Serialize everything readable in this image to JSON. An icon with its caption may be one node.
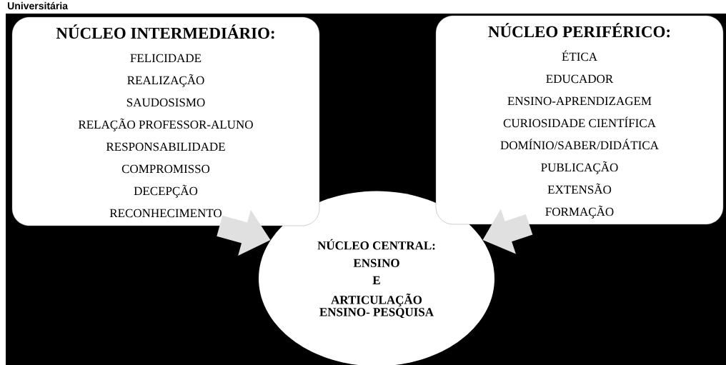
{
  "diagram": {
    "title": "Universitária",
    "nodes": [
      {
        "text": [
          "NÚCLEO INTERMEDIÁRIO:",
          "FELICIDADE",
          "REALIZAÇÃO",
          "SAUDOSISMO",
          "RELAÇÃO PROFESSOR-ALUNO",
          "RESPONSABILIDADE",
          "COMPROMISSO",
          "DECEPÇÃO",
          "RECONHECIMENTO"
        ]
      },
      {
        "text": [
          "NÚCLEO PERIFÉRICO:",
          "ÉTICA",
          "EDUCADOR",
          "ENSINO-APRENDIZAGEM",
          "CURIOSIDADE CIENTÍFICA",
          "DOMÍNIO/SABER/DIDÁTICA",
          "PUBLICAÇÃO",
          "EXTENSÃO",
          "FORMAÇÃO"
        ]
      },
      {
        "text": [
          "NÚCLEO CENTRAL:",
          "ENSINO",
          "E",
          "ARTICULAÇÃO ENSINO- PESQUISA"
        ]
      }
    ],
    "edges": [
      {
        "from": 0,
        "to": 2,
        "arrow": "to"
      },
      {
        "from": 1,
        "to": 2,
        "arrow": "to"
      }
    ]
  }
}
